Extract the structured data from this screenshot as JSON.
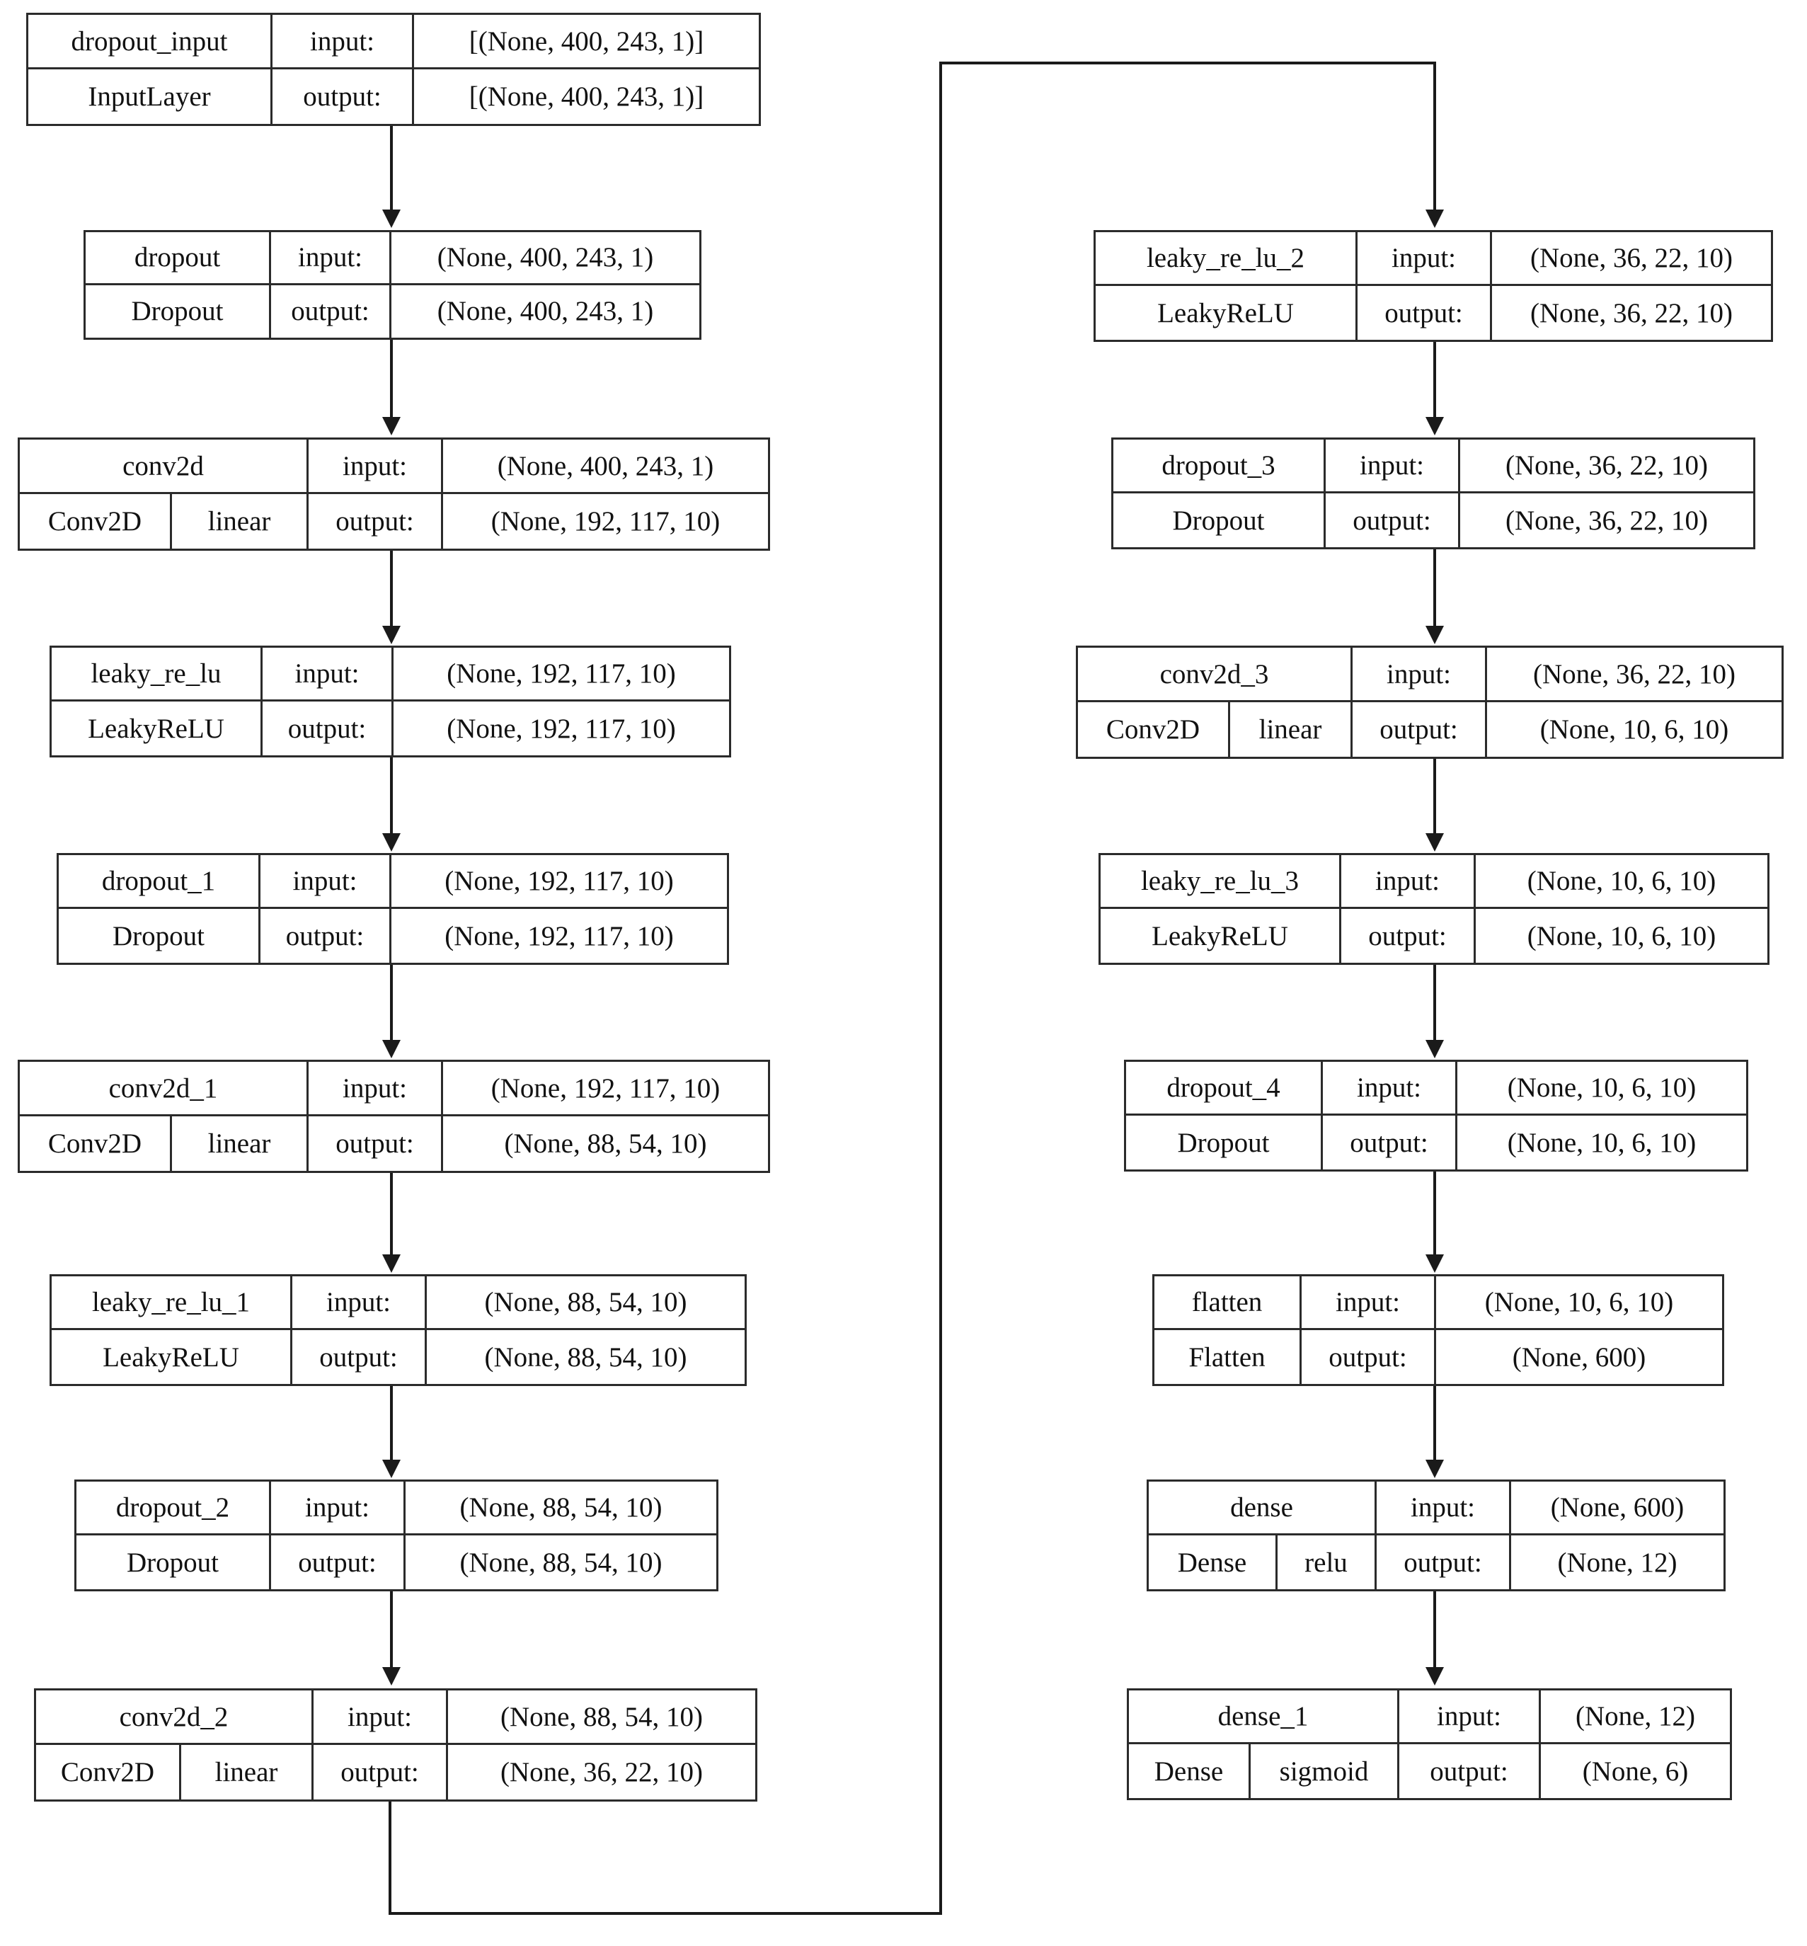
{
  "diagram": {
    "title": "Keras model architecture graph",
    "io_labels": {
      "input": "input:",
      "output": "output:"
    },
    "nodes": [
      {
        "id": "dropout_input",
        "name": "dropout_input",
        "class_name": "InputLayer",
        "activation": "",
        "input_shape": "[(None, 400, 243, 1)]",
        "output_shape": "[(None, 400, 243, 1)]"
      },
      {
        "id": "dropout",
        "name": "dropout",
        "class_name": "Dropout",
        "activation": "",
        "input_shape": "(None, 400, 243, 1)",
        "output_shape": "(None, 400, 243, 1)"
      },
      {
        "id": "conv2d",
        "name": "conv2d",
        "class_name": "Conv2D",
        "activation": "linear",
        "input_shape": "(None, 400, 243, 1)",
        "output_shape": "(None, 192, 117, 10)"
      },
      {
        "id": "leaky_re_lu",
        "name": "leaky_re_lu",
        "class_name": "LeakyReLU",
        "activation": "",
        "input_shape": "(None, 192, 117, 10)",
        "output_shape": "(None, 192, 117, 10)"
      },
      {
        "id": "dropout_1",
        "name": "dropout_1",
        "class_name": "Dropout",
        "activation": "",
        "input_shape": "(None, 192, 117, 10)",
        "output_shape": "(None, 192, 117, 10)"
      },
      {
        "id": "conv2d_1",
        "name": "conv2d_1",
        "class_name": "Conv2D",
        "activation": "linear",
        "input_shape": "(None, 192, 117, 10)",
        "output_shape": "(None, 88, 54, 10)"
      },
      {
        "id": "leaky_re_lu_1",
        "name": "leaky_re_lu_1",
        "class_name": "LeakyReLU",
        "activation": "",
        "input_shape": "(None, 88, 54, 10)",
        "output_shape": "(None, 88, 54, 10)"
      },
      {
        "id": "dropout_2",
        "name": "dropout_2",
        "class_name": "Dropout",
        "activation": "",
        "input_shape": "(None, 88, 54, 10)",
        "output_shape": "(None, 88, 54, 10)"
      },
      {
        "id": "conv2d_2",
        "name": "conv2d_2",
        "class_name": "Conv2D",
        "activation": "linear",
        "input_shape": "(None, 88, 54, 10)",
        "output_shape": "(None, 36, 22, 10)"
      },
      {
        "id": "leaky_re_lu_2",
        "name": "leaky_re_lu_2",
        "class_name": "LeakyReLU",
        "activation": "",
        "input_shape": "(None, 36, 22, 10)",
        "output_shape": "(None, 36, 22, 10)"
      },
      {
        "id": "dropout_3",
        "name": "dropout_3",
        "class_name": "Dropout",
        "activation": "",
        "input_shape": "(None, 36, 22, 10)",
        "output_shape": "(None, 36, 22, 10)"
      },
      {
        "id": "conv2d_3",
        "name": "conv2d_3",
        "class_name": "Conv2D",
        "activation": "linear",
        "input_shape": "(None, 36, 22, 10)",
        "output_shape": "(None, 10, 6, 10)"
      },
      {
        "id": "leaky_re_lu_3",
        "name": "leaky_re_lu_3",
        "class_name": "LeakyReLU",
        "activation": "",
        "input_shape": "(None, 10, 6, 10)",
        "output_shape": "(None, 10, 6, 10)"
      },
      {
        "id": "dropout_4",
        "name": "dropout_4",
        "class_name": "Dropout",
        "activation": "",
        "input_shape": "(None, 10, 6, 10)",
        "output_shape": "(None, 10, 6, 10)"
      },
      {
        "id": "flatten",
        "name": "flatten",
        "class_name": "Flatten",
        "activation": "",
        "input_shape": "(None, 10, 6, 10)",
        "output_shape": "(None, 600)"
      },
      {
        "id": "dense",
        "name": "dense",
        "class_name": "Dense",
        "activation": "relu",
        "input_shape": "(None, 600)",
        "output_shape": "(None, 12)"
      },
      {
        "id": "dense_1",
        "name": "dense_1",
        "class_name": "Dense",
        "activation": "sigmoid",
        "input_shape": "(None, 12)",
        "output_shape": "(None, 6)"
      }
    ],
    "edges": [
      {
        "from": "dropout_input",
        "to": "dropout"
      },
      {
        "from": "dropout",
        "to": "conv2d"
      },
      {
        "from": "conv2d",
        "to": "leaky_re_lu"
      },
      {
        "from": "leaky_re_lu",
        "to": "dropout_1"
      },
      {
        "from": "dropout_1",
        "to": "conv2d_1"
      },
      {
        "from": "conv2d_1",
        "to": "leaky_re_lu_1"
      },
      {
        "from": "leaky_re_lu_1",
        "to": "dropout_2"
      },
      {
        "from": "dropout_2",
        "to": "conv2d_2"
      },
      {
        "from": "conv2d_2",
        "to": "leaky_re_lu_2"
      },
      {
        "from": "leaky_re_lu_2",
        "to": "dropout_3"
      },
      {
        "from": "dropout_3",
        "to": "conv2d_3"
      },
      {
        "from": "conv2d_3",
        "to": "leaky_re_lu_3"
      },
      {
        "from": "leaky_re_lu_3",
        "to": "dropout_4"
      },
      {
        "from": "dropout_4",
        "to": "flatten"
      },
      {
        "from": "flatten",
        "to": "dense"
      },
      {
        "from": "dense",
        "to": "dense_1"
      }
    ],
    "colors": {
      "border": "#2b2b2b",
      "edge": "#1a1a1a",
      "background": "#ffffff",
      "text": "#111111"
    }
  }
}
